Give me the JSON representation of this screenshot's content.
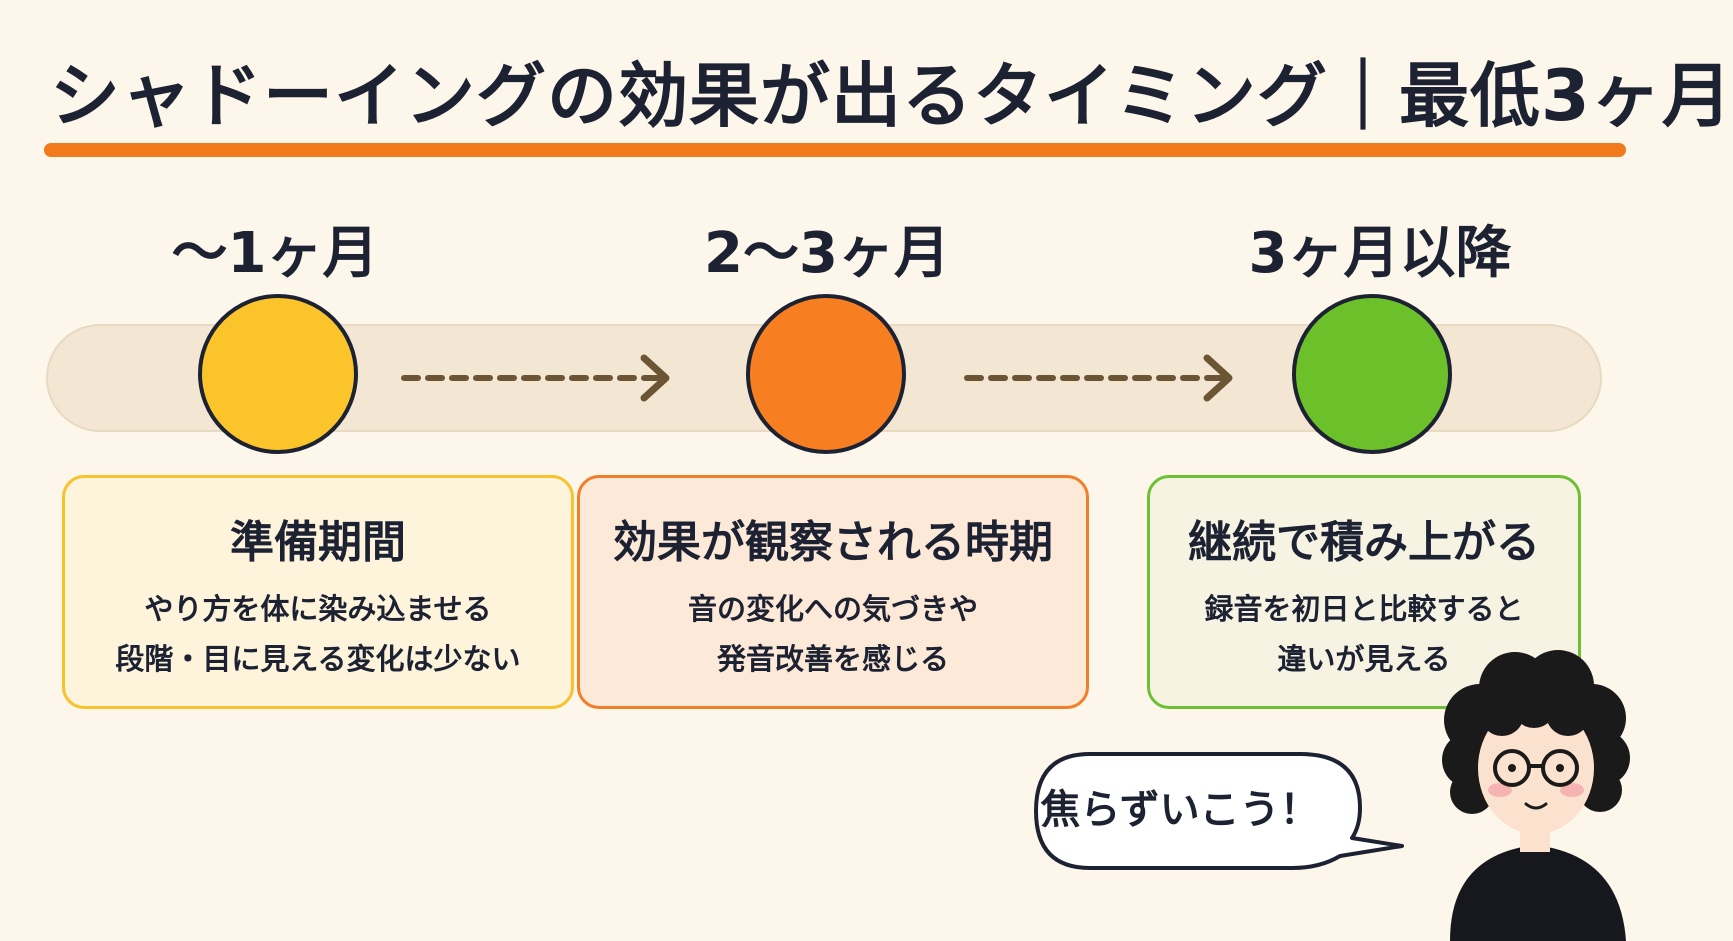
{
  "title": "シャドーイングの効果が出るタイミング｜最低3ヶ月",
  "phases": [
    {
      "label": "〜1ヶ月",
      "color": "#fbc42a",
      "card_border": "#f8c22c",
      "card_bg": "#fef4dc",
      "card_title": "準備期間",
      "lines": [
        "やり方を体に染み込ませる",
        "段階・目に見える変化は少ない"
      ]
    },
    {
      "label": "2〜3ヶ月",
      "color": "#f77f22",
      "card_border": "#f17f2a",
      "card_bg": "#fde9d8",
      "card_title": "効果が観察される時期",
      "lines": [
        "音の変化への気づきや",
        "発音改善を感じる"
      ]
    },
    {
      "label": "3ヶ月以降",
      "color": "#6cc02a",
      "card_border": "#6dc033",
      "card_bg": "#f6f3e2",
      "card_title": "継続で積み上がる",
      "lines": [
        "録音を初日と比較すると",
        "違いが見える"
      ]
    }
  ],
  "speech_bubble": "焦らずいこう！",
  "colors": {
    "accent": "#f07a1c",
    "text": "#1d2233",
    "arrow": "#6b5535",
    "background": "#fdf6ea"
  }
}
